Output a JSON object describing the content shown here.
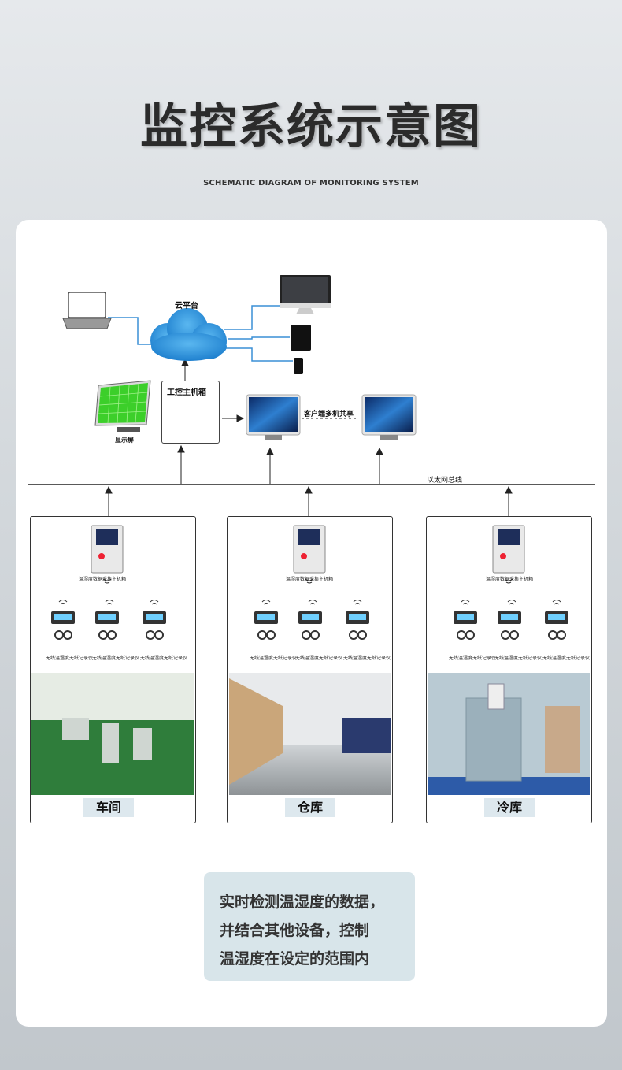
{
  "title": "监控系统示意图",
  "subtitle": "SCHEMATIC DIAGRAM OF MONITORING SYSTEM",
  "nodes": {
    "cloud": "云平台",
    "ipc_box": "工控主机箱",
    "display": "显示屏",
    "client_share": "客户端多机共享",
    "ethernet_bus": "以太网总线"
  },
  "zones": [
    {
      "name": "车间",
      "collector": "温湿度数据采集主机箱",
      "sensor_label": "无线温湿度无纸记录仪"
    },
    {
      "name": "仓库",
      "collector": "温湿度数据采集主机箱",
      "sensor_label": "无线温湿度无纸记录仪"
    },
    {
      "name": "冷库",
      "collector": "温湿度数据采集主机箱",
      "sensor_label": "无线温湿度无纸记录仪"
    }
  ],
  "message": {
    "line1": "实时检测温湿度的数据，",
    "line2": "并结合其他设备，控制",
    "line3": "温湿度在设定的范围内"
  },
  "colors": {
    "link_blue": "#3a8fd6",
    "cloud_blue": "#1e88d8",
    "tag_bg": "#dde8ee",
    "msg_bg": "#d8e5ea"
  }
}
